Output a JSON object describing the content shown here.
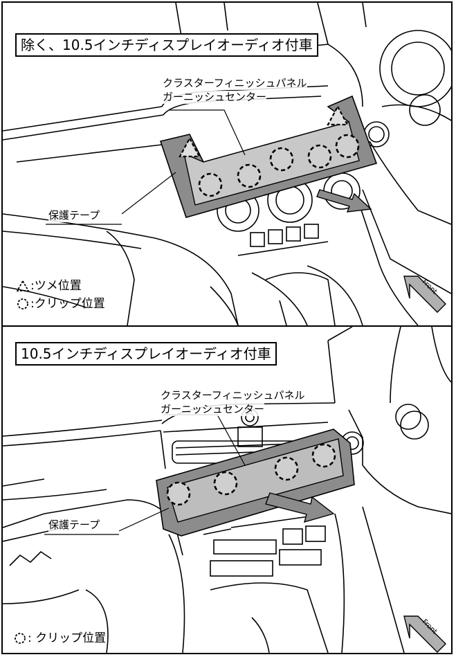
{
  "top_panel": {
    "title": "除く、10.5インチディスプレイオーディオ付車",
    "part_label_line1": "クラスターフィニッシュパネル",
    "part_label_line2": "ガーニッシュセンター",
    "tape_label": "保護テープ",
    "legend": [
      {
        "symbol": "triangle-clip-icon",
        "text": ":ツメ位置"
      },
      {
        "symbol": "circle-clip-icon",
        "text": ":クリップ位置"
      }
    ],
    "front_label": "Front"
  },
  "bottom_panel": {
    "title": "10.5インチディスプレイオーディオ付車",
    "part_label_line1": "クラスターフィニッシュパネル",
    "part_label_line2": "ガーニッシュセンター",
    "tape_label": "保護テープ",
    "legend": [
      {
        "symbol": "circle-clip-icon",
        "text": ": クリップ位置"
      }
    ],
    "front_label": "Front"
  },
  "colors": {
    "protective_tape": "#8c8c8c",
    "clip_fill": "#cfcfcf",
    "line": "#000000"
  }
}
